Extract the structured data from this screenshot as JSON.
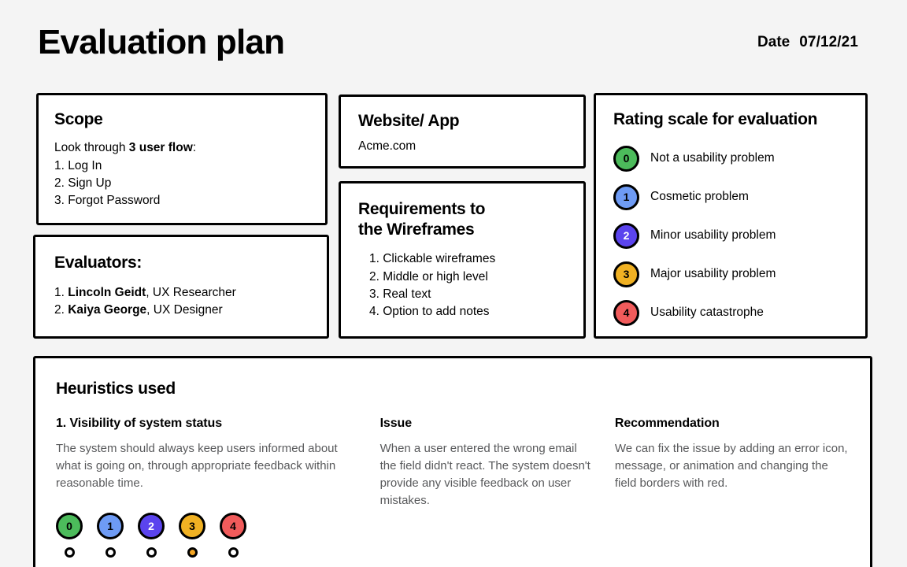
{
  "header": {
    "title": "Evaluation plan",
    "date_label": "Date",
    "date_value": "07/12/21"
  },
  "scope": {
    "title": "Scope",
    "lead_prefix": "Look through ",
    "lead_emphasis": "3 user flow",
    "lead_suffix": ":",
    "items": [
      "1. Log In",
      "2. Sign Up",
      "3. Forgot Password"
    ]
  },
  "evaluators": {
    "title": "Evaluators:",
    "items": [
      {
        "index": "1. ",
        "name": "Lincoln Geidt",
        "role": ", UX Researcher"
      },
      {
        "index": "2. ",
        "name": "Kaiya George",
        "role": ", UX Designer"
      }
    ]
  },
  "website": {
    "title": "Website/ App",
    "value": "Acme.com"
  },
  "requirements": {
    "title_line1": "Requirements to",
    "title_line2": "the Wireframes",
    "items": [
      "1. Clickable wireframes",
      "2. Middle or high level",
      "3. Real text",
      "4. Option to add notes"
    ]
  },
  "rating_scale": {
    "title": "Rating scale for evaluation",
    "items": [
      {
        "value": "0",
        "label": "Not a usability problem",
        "color": "#4CBB5B",
        "text_color": "#000000"
      },
      {
        "value": "1",
        "label": "Cosmetic problem",
        "color": "#6E9BF5",
        "text_color": "#000000"
      },
      {
        "value": "2",
        "label": "Minor usability problem",
        "color": "#5B44EE",
        "text_color": "#FFFFFF"
      },
      {
        "value": "3",
        "label": "Major usability problem",
        "color": "#F0B123",
        "text_color": "#000000"
      },
      {
        "value": "4",
        "label": "Usability catastrophe",
        "color": "#F05B5B",
        "text_color": "#000000"
      }
    ]
  },
  "heuristics": {
    "title": "Heuristics used",
    "entry": {
      "heuristic_heading": "1. Visibility of system status",
      "heuristic_body": "The system should always keep users informed about what is going on, through appropriate feedback within reasonable time.",
      "issue_heading": "Issue",
      "issue_body": "When a user entered the wrong email the field didn't react. The system doesn't provide any visible feedback on user mistakes.",
      "recommendation_heading": "Recommendation",
      "recommendation_body": "We can fix the issue by adding an error icon, message, or animation and changing the field borders with red.",
      "selected_rating": "3",
      "rating_options": [
        {
          "value": "0",
          "color": "#4CBB5B",
          "text_color": "#000000",
          "selected": false
        },
        {
          "value": "1",
          "color": "#6E9BF5",
          "text_color": "#000000",
          "selected": false
        },
        {
          "value": "2",
          "color": "#5B44EE",
          "text_color": "#FFFFFF",
          "selected": false
        },
        {
          "value": "3",
          "color": "#F0B123",
          "text_color": "#000000",
          "selected": true
        },
        {
          "value": "4",
          "color": "#F05B5B",
          "text_color": "#000000",
          "selected": false
        }
      ],
      "selected_indicator_color": "#F5A623"
    }
  },
  "theme": {
    "background": "#f4f4f4",
    "card_background": "#ffffff",
    "border_color": "#000000",
    "body_text_color": "#58595b"
  }
}
